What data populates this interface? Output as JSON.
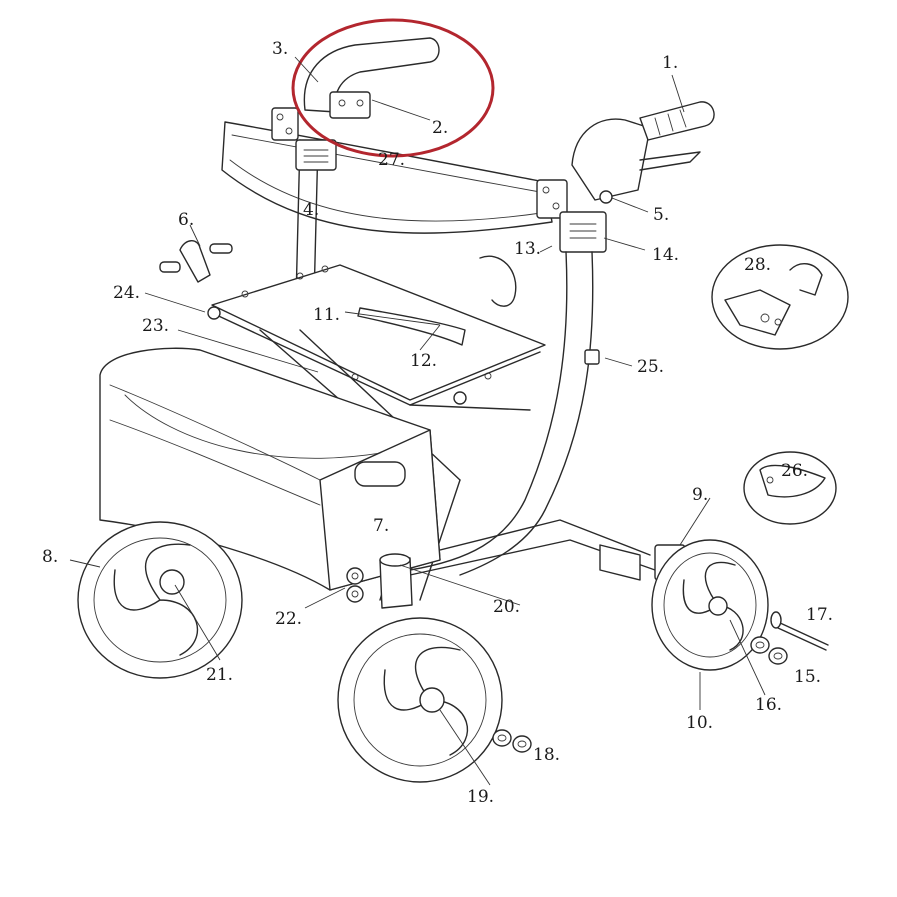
{
  "callouts": {
    "c1": "1.",
    "c2": "2.",
    "c3": "3.",
    "c4": "4.",
    "c5": "5.",
    "c6": "6.",
    "c7": "7.",
    "c8": "8.",
    "c9": "9.",
    "c10": "10.",
    "c11": "11.",
    "c12": "12.",
    "c13": "13.",
    "c14": "14.",
    "c15": "15.",
    "c16": "16.",
    "c17": "17.",
    "c18": "18.",
    "c19": "19.",
    "c20": "20.",
    "c21": "21.",
    "c22": "22.",
    "c23": "23.",
    "c24": "24.",
    "c25": "25.",
    "c26": "26.",
    "c27": "27.",
    "c28": "28."
  },
  "colors": {
    "line": "#2a2a2a",
    "highlight_circle": "#b3262e",
    "background": "#ffffff"
  },
  "highlighted_part": "c2"
}
